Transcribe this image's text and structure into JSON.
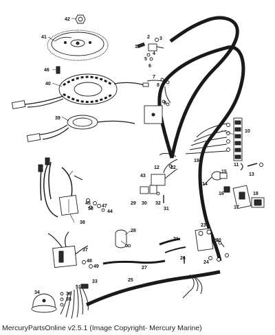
{
  "caption": "MercuryPartsOnline v2.5.1 (Image Copyright- Mercury Marine)",
  "labels": [
    "42",
    "41",
    "46",
    "40",
    "39",
    "1",
    "2",
    "3",
    "4",
    "5",
    "6",
    "7",
    "8",
    "9",
    "10",
    "11",
    "12",
    "13",
    "14",
    "15",
    "16",
    "17",
    "18",
    "19",
    "20",
    "21",
    "22",
    "23",
    "24",
    "25",
    "26",
    "27",
    "28",
    "29",
    "30",
    "31",
    "32",
    "33",
    "34",
    "35",
    "36",
    "37",
    "38",
    "43",
    "44",
    "45",
    "47",
    "48",
    "49",
    "50",
    "51"
  ]
}
